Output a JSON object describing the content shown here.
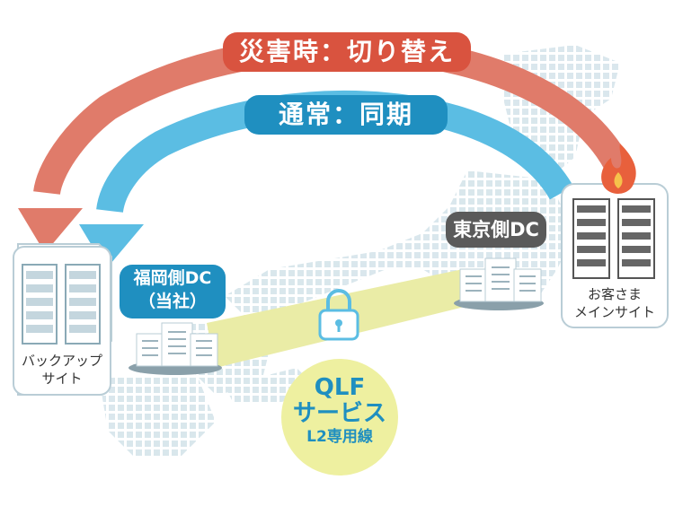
{
  "labels": {
    "disaster": "災害時：切り替え",
    "normal": "通常：同期",
    "tokyo_dc": "東京側DC",
    "fukuoka_dc_line1": "福岡側DC",
    "fukuoka_dc_line2": "（当社）",
    "customer_line1": "お客さま",
    "customer_line2": "メインサイト",
    "backup_line1": "バックアップ",
    "backup_line2": "サイト",
    "qlf_line1": "QLF",
    "qlf_line2": "サービス",
    "qlf_line3": "L2専用線"
  },
  "colors": {
    "disaster_arrow": "#e07b6a",
    "disaster_pill": "#d9533f",
    "normal_arrow": "#5bbde3",
    "normal_pill": "#1f8fc0",
    "tokyo_pill": "#5a5a5a",
    "fukuoka_pill": "#1f8fc0",
    "map_dots": "#d8e6ec",
    "tunnel": "#eaeca6",
    "qlf_circle": "#eef0a0",
    "qlf_text": "#1f8fc0"
  }
}
